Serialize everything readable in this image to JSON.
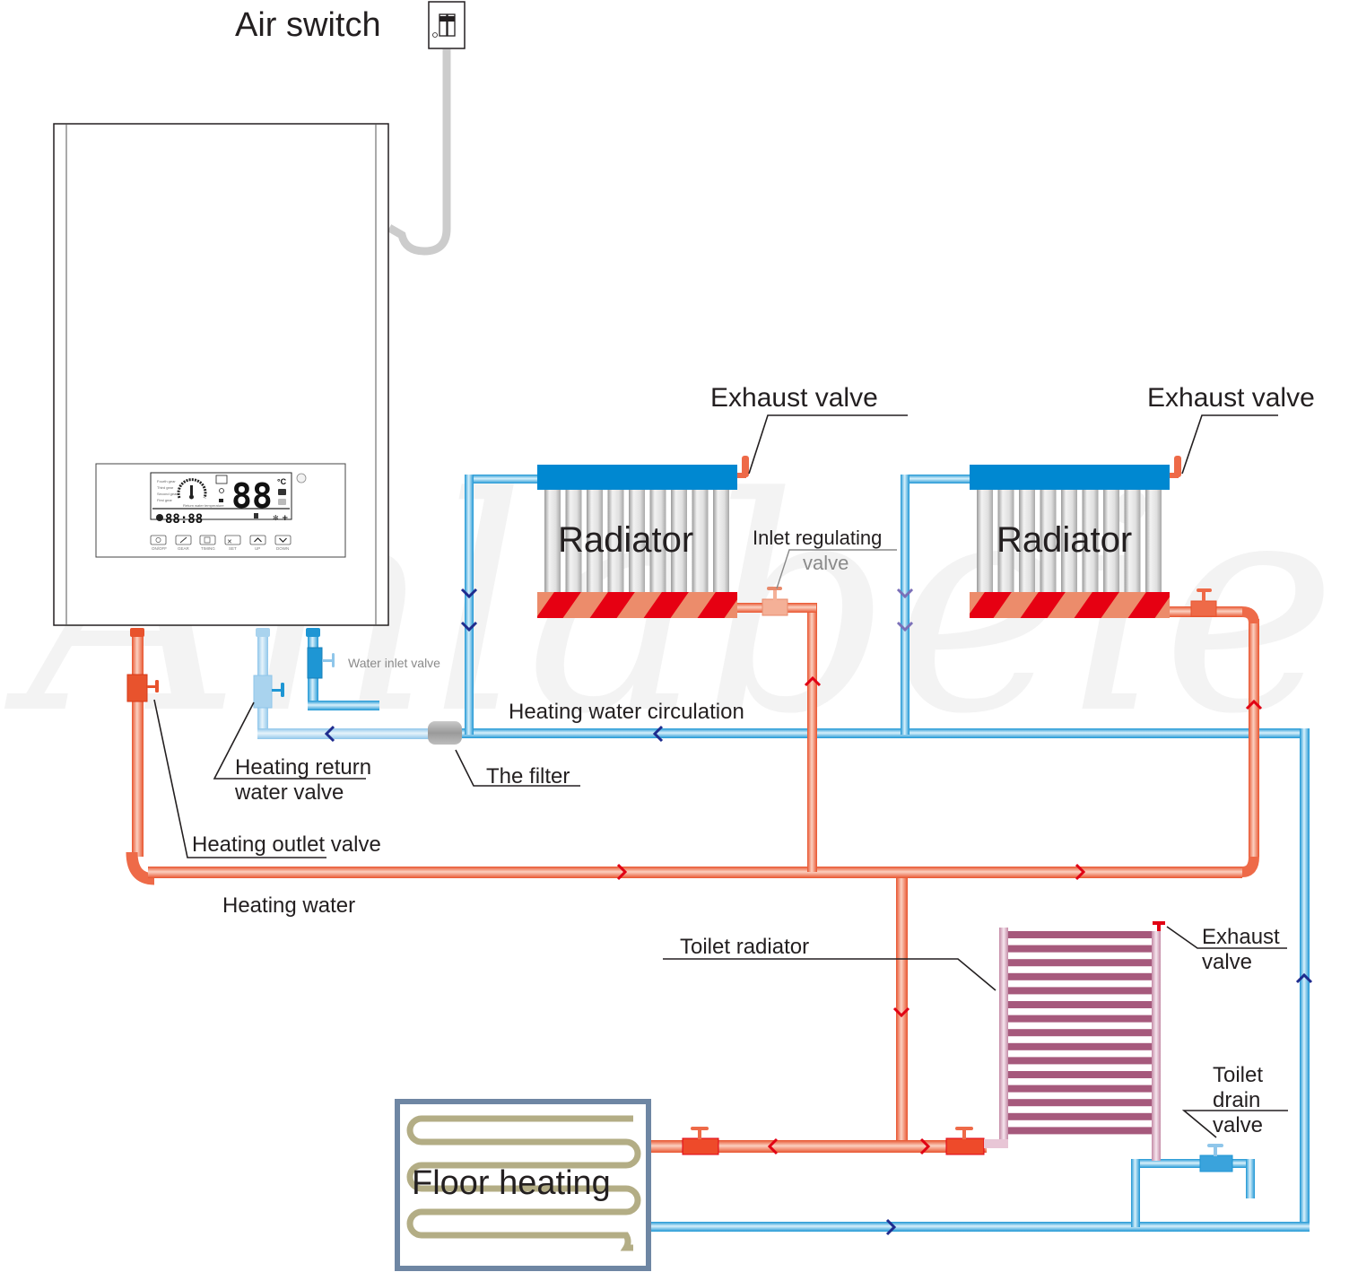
{
  "title": "Electric boiler heating system installation diagram",
  "watermark": "Anlabeier",
  "labels": {
    "air_switch": "Air switch",
    "exhaust_valve_1": "Exhaust valve",
    "exhaust_valve_2": "Exhaust valve",
    "radiator_1": "Radiator",
    "radiator_2": "Radiator",
    "inlet_regulating_valve_line1": "Inlet regulating",
    "inlet_regulating_valve_line2": "valve",
    "water_inlet_valve": "Water inlet valve",
    "heating_water_circulation": "Heating water circulation",
    "heating_return_water_valve_line1": "Heating return",
    "heating_return_water_valve_line2": "water valve",
    "the_filter": "The filter",
    "heating_outlet_valve": "Heating outlet valve",
    "heating_water": "Heating water",
    "toilet_radiator": "Toilet radiator",
    "toilet_exhaust_valve_line1": "Exhaust",
    "toilet_exhaust_valve_line2": "valve",
    "toilet_drain_valve_line1": "Toilet",
    "toilet_drain_valve_line2": "drain",
    "toilet_drain_valve_line3": "valve",
    "floor_heating": "Floor heating"
  },
  "boiler_panel": {
    "main_display": "88",
    "unit": "°C",
    "clock_display": "88:88",
    "gear_labels": [
      "Fourth gear",
      "Third gear",
      "Second gear",
      "First gear"
    ],
    "dial_ticks": [
      "30",
      "35",
      "40",
      "45",
      "50",
      "55",
      "60",
      "65",
      "70",
      "75"
    ],
    "dial_caption": "Return water temperature",
    "buttons": [
      {
        "label": "ON/OFF",
        "icon": "power-icon"
      },
      {
        "label": "GEAR",
        "icon": "gear-level-icon"
      },
      {
        "label": "TIMING",
        "icon": "timer-icon"
      },
      {
        "label": "SET",
        "icon": "settings-icon"
      },
      {
        "label": "UP",
        "icon": "chevron-up-icon"
      },
      {
        "label": "DOWN",
        "icon": "chevron-down-icon"
      }
    ]
  },
  "colors": {
    "hot_pipe": "#ee6a48",
    "hot_pipe_light": "#f7b9a4",
    "cold_pipe": "#1e9ad6",
    "cold_pipe_light": "#bfe3f5",
    "return_pipe_pale": "#a9d3ee",
    "arrow_hot": "#e10014",
    "arrow_cold": "#1f2c8e",
    "radiator_top": "#0088d1",
    "radiator_bottom_red": "#e60012",
    "radiator_bottom_salmon": "#ec8c6b",
    "toilet_radiator": "#a6597c",
    "floor_frame": "#6e86a3",
    "floor_coil": "#b3ad85",
    "air_switch_cable": "#cccccc"
  }
}
